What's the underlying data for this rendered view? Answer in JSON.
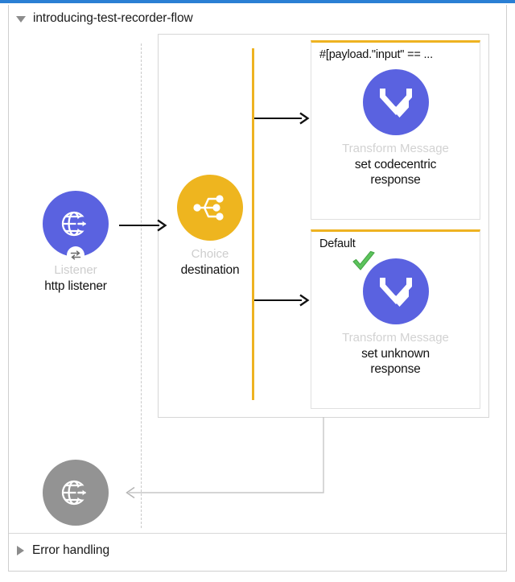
{
  "window": {
    "accent_color": "#2a7fd4",
    "canvas_background": "#ffffff"
  },
  "flow": {
    "title": "introducing-test-recorder-flow",
    "expand_icon": "triangle-down-icon",
    "expanded": true
  },
  "error_handling": {
    "label": "Error handling",
    "expand_icon": "triangle-right-icon",
    "expanded": false
  },
  "nodes": {
    "listener": {
      "type_label": "Listener",
      "name": "http listener",
      "icon": "http-globe-arrow-icon",
      "badge_icon": "exchange-arrows-icon",
      "color": "#5a62e0"
    },
    "choice": {
      "type_label": "Choice",
      "name": "destination",
      "icon": "choice-branch-icon",
      "color": "#eeb51f"
    },
    "error_listener": {
      "icon": "http-globe-arrow-icon",
      "color": "#939393"
    }
  },
  "branches": [
    {
      "condition": "#[payload.\"input\" ==  ...",
      "type_label": "Transform Message",
      "name": "set codecentric response",
      "name_line1": "set codecentric",
      "name_line2": "response",
      "icon": "dataweave-icon",
      "color": "#5a62e0",
      "accent_color": "#eeb321",
      "has_check_badge": false
    },
    {
      "condition": "Default",
      "type_label": "Transform Message",
      "name": "set unknown response",
      "name_line1": "set unknown",
      "name_line2": "response",
      "icon": "dataweave-icon",
      "color": "#5a62e0",
      "accent_color": "#eeb321",
      "has_check_badge": true,
      "check_badge_icon": "green-check-icon"
    }
  ],
  "connectors": {
    "listener_to_choice": "arrow-right",
    "choice_to_branch1": "arrow-right",
    "choice_to_branch2": "arrow-right",
    "flow_return": "arrow-left"
  }
}
